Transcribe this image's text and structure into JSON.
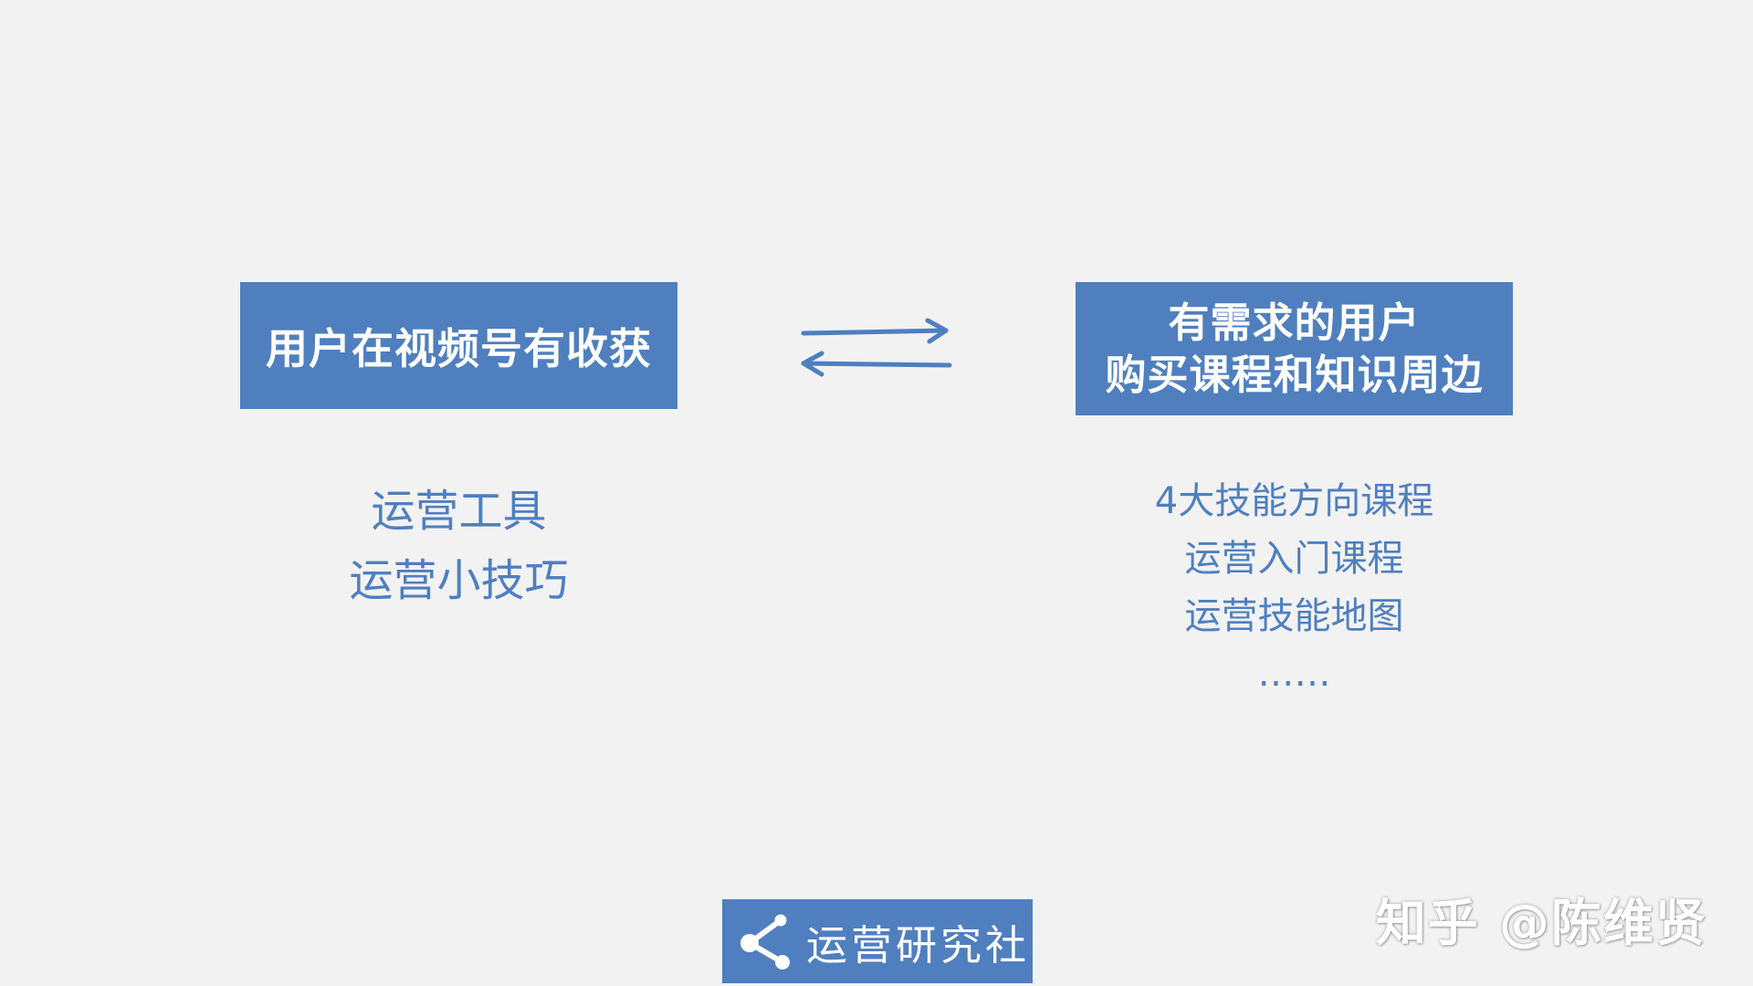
{
  "left_box": {
    "label": "用户在视频号有收获"
  },
  "left_items": [
    "运营工具",
    "运营小技巧"
  ],
  "right_box": {
    "line1": "有需求的用户",
    "line2": "购买课程和知识周边"
  },
  "right_items": [
    "4大技能方向课程",
    "运营入门课程",
    "运营技能地图",
    "……"
  ],
  "brand": {
    "name": "运营研究社",
    "icon": "share-icon"
  },
  "watermark": "知乎 @陈维贤",
  "colors": {
    "accent": "#4f7fbf",
    "background": "#f2f2f2"
  }
}
